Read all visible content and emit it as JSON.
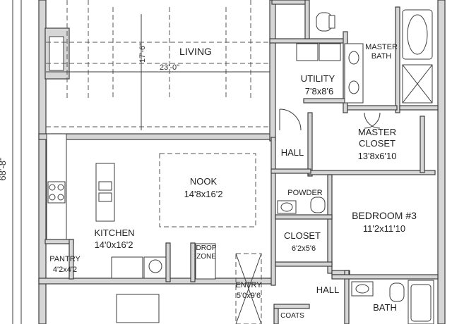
{
  "rooms": {
    "living": {
      "name": "LIVING"
    },
    "utility": {
      "name": "UTILITY",
      "size": "7'8x8'6"
    },
    "master_bath": {
      "name": "MASTER",
      "name2": "BATH"
    },
    "master_closet": {
      "name": "MASTER",
      "name2": "CLOSET",
      "size": "13'8x6'10"
    },
    "hall_upper": {
      "name": "HALL"
    },
    "nook": {
      "name": "NOOK",
      "size": "14'8x16'2"
    },
    "powder": {
      "name": "POWDER"
    },
    "bedroom3": {
      "name": "BEDROOM #3",
      "size": "11'2x11'10"
    },
    "closet": {
      "name": "CLOSET",
      "size": "6'2x5'6"
    },
    "kitchen": {
      "name": "KITCHEN",
      "size": "14'0x16'2"
    },
    "pantry": {
      "name": "PANTRY",
      "size": "4'2x4'2"
    },
    "drop_zone": {
      "name": "DROP",
      "name2": "ZONE"
    },
    "entry": {
      "name": "ENTRY",
      "size": "5'0x9'6"
    },
    "hall_lower": {
      "name": "HALL"
    },
    "bath": {
      "name": "BATH"
    },
    "coats": {
      "name": "COATS"
    }
  },
  "dimensions": {
    "living_depth": "17'-6\"",
    "living_width": "23'-0\"",
    "overall_depth": "68'-8\""
  }
}
